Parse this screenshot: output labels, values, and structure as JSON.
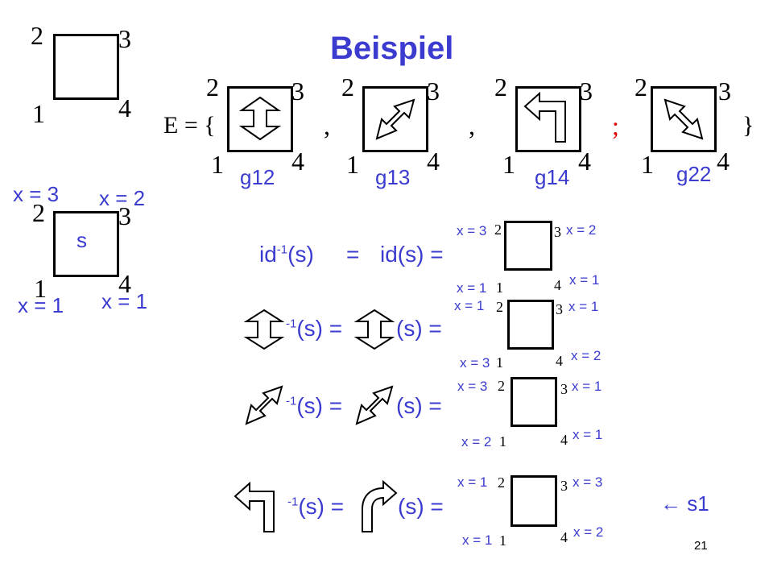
{
  "title": "Beispiel",
  "reference_square": {
    "corners": {
      "c1": "1",
      "c2": "2",
      "c3": "3",
      "c4": "4"
    }
  },
  "set_E": {
    "prefix": "E = {",
    "sep1": ",",
    "sep2": ",",
    "sep3": ";",
    "suffix": "}",
    "elements": [
      {
        "label": "g12",
        "icon": "vertical-double-arrow-icon",
        "corners": {
          "c1": "1",
          "c2": "2",
          "c3": "3",
          "c4": "4"
        }
      },
      {
        "label": "g13",
        "icon": "diagonal-double-arrow-icon",
        "corners": {
          "c1": "1",
          "c2": "2",
          "c3": "3",
          "c4": "4"
        }
      },
      {
        "label": "g14",
        "icon": "bent-arrow-left-icon",
        "corners": {
          "c1": "1",
          "c2": "2",
          "c3": "3",
          "c4": "4"
        }
      },
      {
        "label": "g22",
        "icon": "anti-diagonal-double-arrow-icon",
        "corners": {
          "c1": "1",
          "c2": "2",
          "c3": "3",
          "c4": "4"
        }
      }
    ]
  },
  "state_s": {
    "label": "s",
    "corners": {
      "c1": "1",
      "c2": "2",
      "c3": "3",
      "c4": "4"
    },
    "x_top_left": "x = 3",
    "x_top_right": "x = 2",
    "x_bottom_left": "x = 1",
    "x_bottom_right": "x = 1"
  },
  "rows": [
    {
      "lhs_prefix": "id",
      "inv_sup": "-1",
      "lhs_arg": "(s)",
      "equals": "=",
      "rhs": "id(s) =",
      "result": {
        "tl": "x = 3",
        "tr": "x = 2",
        "bl": "x = 1",
        "br": "x = 1",
        "c1": "1",
        "c2": "2",
        "c3": "3",
        "c4": "4"
      }
    },
    {
      "lhs_icon": "vertical-double-arrow-icon",
      "inv_sup": "-1",
      "lhs_arg": "(s) =",
      "rhs_icon": "vertical-double-arrow-icon",
      "rhs": "(s) =",
      "result": {
        "tl": "x = 1",
        "tr": "x = 1",
        "bl": "x = 3",
        "br": "x = 2",
        "c1": "1",
        "c2": "2",
        "c3": "3",
        "c4": "4"
      }
    },
    {
      "lhs_icon": "diagonal-double-arrow-icon",
      "inv_sup": "-1",
      "lhs_arg": "(s) =",
      "rhs_icon": "diagonal-double-arrow-icon",
      "rhs": "(s) =",
      "result": {
        "tl": "x = 3",
        "tr": "x = 1",
        "bl": "x = 2",
        "br": "x = 1",
        "c1": "1",
        "c2": "2",
        "c3": "3",
        "c4": "4"
      }
    },
    {
      "lhs_icon": "bent-arrow-left-icon",
      "inv_sup": "-1",
      "lhs_arg": "(s) =",
      "rhs_icon": "curved-arrow-right-icon",
      "rhs": "(s) =",
      "result": {
        "tl": "x = 1",
        "tr": "x = 3",
        "bl": "x = 1",
        "br": "x = 2",
        "c1": "1",
        "c2": "2",
        "c3": "3",
        "c4": "4"
      },
      "note_icon": "arrow-left-icon",
      "note": "s1"
    }
  ],
  "page_number": "21",
  "colors": {
    "accent_blue": "#3b3bd0",
    "separator_red": "#e00000"
  }
}
